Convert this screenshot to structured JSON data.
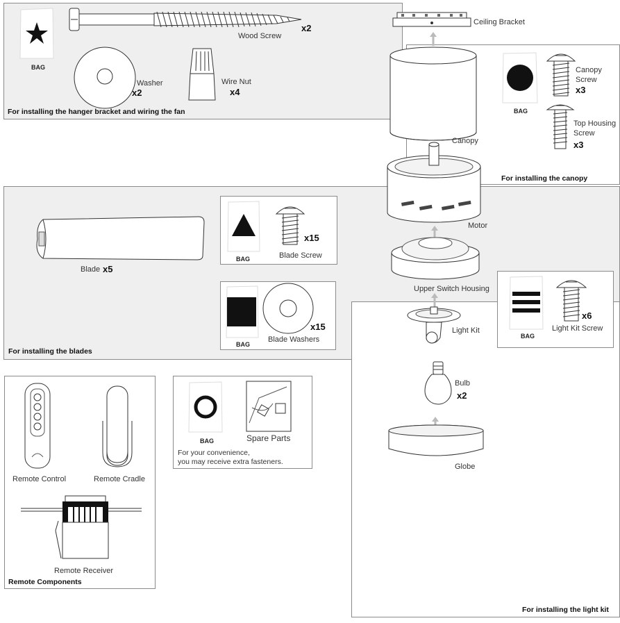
{
  "panels": {
    "hanger": {
      "caption": "For installing the hanger bracket and wiring the fan"
    },
    "canopy": {
      "caption": "For installing the canopy"
    },
    "blades": {
      "caption": "For installing the blades"
    },
    "light_kit": {
      "caption": "For installing the light kit"
    },
    "remote": {
      "caption": "Remote Components"
    }
  },
  "parts": {
    "bag": "BAG",
    "wood_screw": {
      "label": "Wood Screw",
      "qty": "x2"
    },
    "washer": {
      "label": "Washer",
      "qty": "x2"
    },
    "wire_nut": {
      "label": "Wire Nut",
      "qty": "x4"
    },
    "ceiling_bracket": {
      "label": "Ceiling Bracket"
    },
    "canopy": {
      "label": "Canopy"
    },
    "canopy_screw": {
      "label": "Canopy Screw",
      "qty": "x3"
    },
    "top_housing_screw": {
      "label": "Top Housing Screw",
      "qty": "x3"
    },
    "motor": {
      "label": "Motor"
    },
    "upper_switch_housing": {
      "label": "Upper Switch Housing"
    },
    "blade": {
      "label": "Blade",
      "qty": "x5"
    },
    "blade_screw": {
      "label": "Blade Screw",
      "qty": "x15"
    },
    "blade_washers": {
      "label": "Blade Washers",
      "qty": "x15"
    },
    "light_kit": {
      "label": "Light Kit"
    },
    "light_kit_screw": {
      "label": "Light Kit Screw",
      "qty": "x6"
    },
    "bulb": {
      "label": "Bulb",
      "qty": "x2"
    },
    "globe": {
      "label": "Globe"
    },
    "remote_control": {
      "label": "Remote Control"
    },
    "remote_cradle": {
      "label": "Remote Cradle"
    },
    "remote_receiver": {
      "label": "Remote Receiver"
    },
    "spare_parts": {
      "label": "Spare Parts",
      "note_line1": "For your convenience,",
      "note_line2": "you may receive extra fasteners."
    }
  }
}
